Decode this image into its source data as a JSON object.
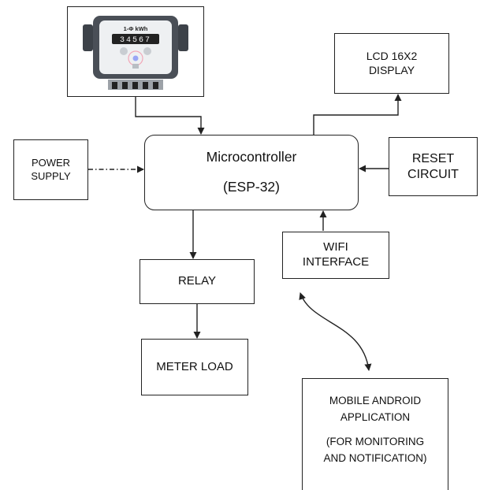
{
  "meter_display": {
    "label": "1-Φ kWh",
    "digits": "34567"
  },
  "lcd": {
    "line1": "LCD 16X2",
    "line2": "DISPLAY"
  },
  "power_supply": {
    "line1": "POWER",
    "line2": "SUPPLY"
  },
  "microcontroller": {
    "line1": "Microcontroller",
    "line2": "(ESP-32)"
  },
  "reset": {
    "line1": "RESET",
    "line2": "CIRCUIT"
  },
  "wifi": {
    "line1": "WIFI",
    "line2": "INTERFACE"
  },
  "relay": {
    "label": "RELAY"
  },
  "meter_load": {
    "label": "METER LOAD"
  },
  "mobile": {
    "line1": "MOBILE ANDROID",
    "line2": "APPLICATION",
    "line3": "(FOR MONITORING",
    "line4": "AND NOTIFICATION)"
  },
  "colors": {
    "stroke": "#222222",
    "meter_body": "#4a4f57",
    "meter_face": "#eef0f2"
  }
}
